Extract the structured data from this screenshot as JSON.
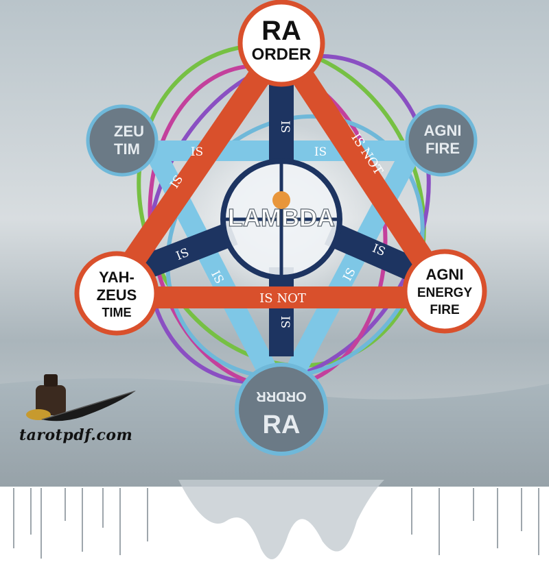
{
  "diagram": {
    "center": {
      "label": "LAMBDA"
    },
    "nodes": {
      "top": {
        "line1": "RA",
        "line2": "ORDER"
      },
      "left_upper": {
        "line1": "ZEU",
        "line2": "TIM"
      },
      "right_upper": {
        "line1": "AGNI",
        "line2": "FIRE"
      },
      "left_lower": {
        "line1": "YAH-",
        "line2": "ZEUS",
        "line3": "TIME"
      },
      "right_lower": {
        "line1": "AGNI",
        "line2": "ENERGY",
        "line3": "FIRE"
      },
      "bottom": {
        "line1": "ORDRR",
        "line2": "RA"
      }
    },
    "band_labels": {
      "center_top": "IS",
      "top_right_diag": "IS NOT",
      "left_diag": "IS",
      "horiz_left": "IS",
      "horiz_right": "IS",
      "spoke_left": "IS",
      "spoke_right": "IS",
      "lower_left_diag": "IS",
      "lower_right_diag": "IS",
      "bottom_horizontal": "IS NOT",
      "center_bottom": "IS"
    }
  },
  "colors": {
    "red_band": "#d9502c",
    "navy_band": "#1d3461",
    "light_blue_band": "#7ec7e6",
    "green_loop": "#76c043",
    "purple_loop": "#8a4fc2",
    "magenta_loop": "#c3409c",
    "node_fill": "#ffffff",
    "node_border": "#d9502c",
    "grey_node_fill": "#6b7a86",
    "grey_node_border": "#6fb8d9"
  },
  "branding": {
    "site": "tarotpdf.com"
  }
}
